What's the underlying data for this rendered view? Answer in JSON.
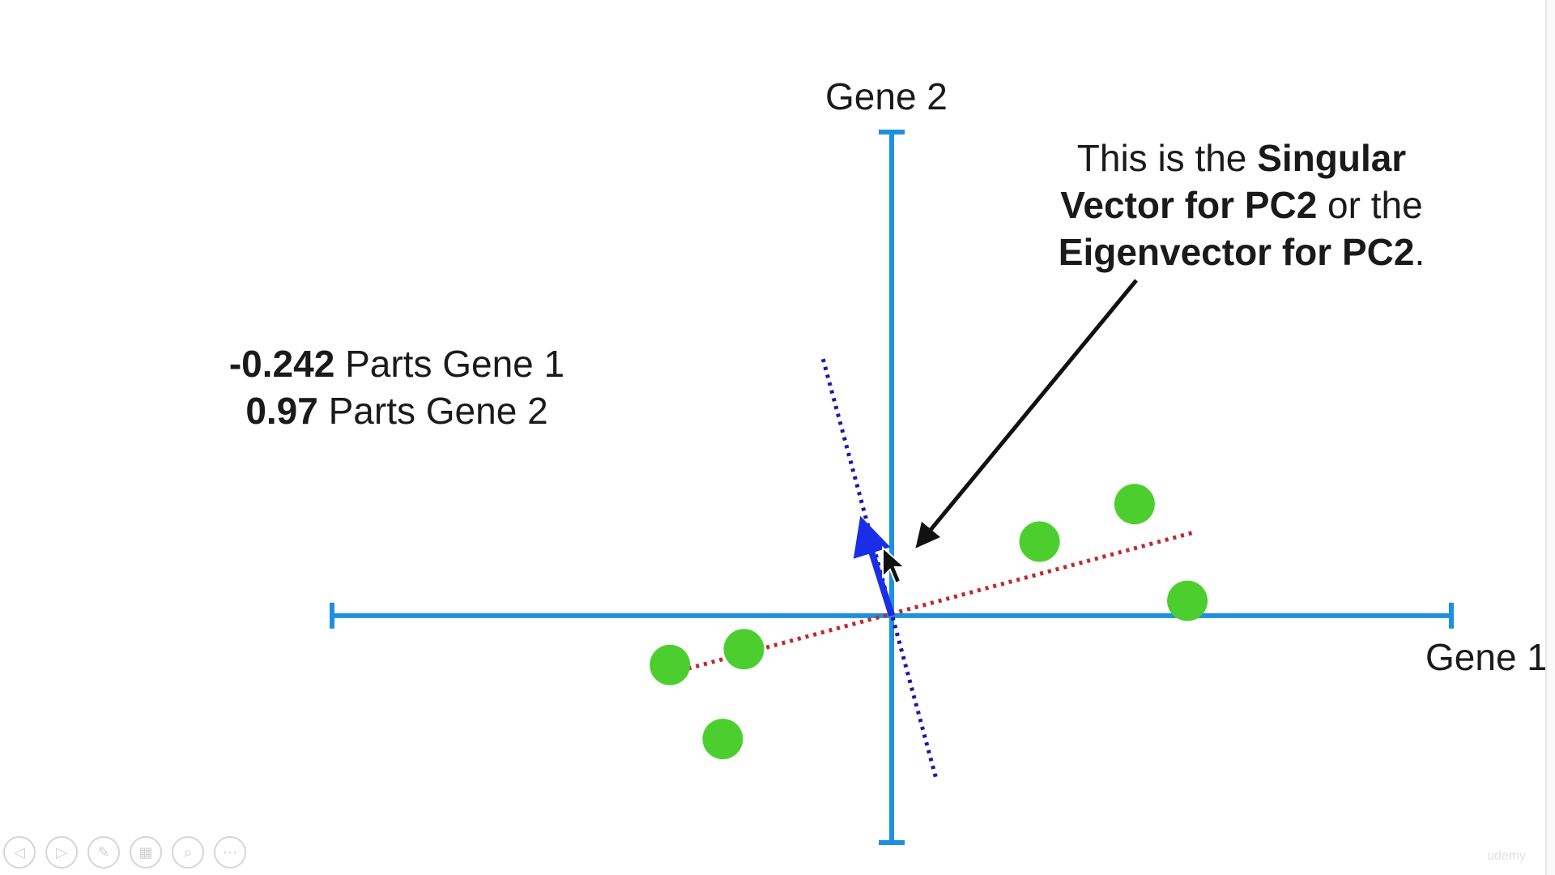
{
  "axes": {
    "x_label": "Gene 1",
    "y_label": "Gene 2"
  },
  "loadings": {
    "gene1_value": "-0.242",
    "gene1_text": " Parts Gene 1",
    "gene2_value": "0.97",
    "gene2_text": " Parts Gene 2"
  },
  "callout": {
    "t1": "This is the ",
    "b1": "Singular",
    "b2": "Vector for PC2",
    "t2": " or the",
    "b3": "Eigenvector for PC2",
    "t3": "."
  },
  "colors": {
    "axis": "#1e90e0",
    "points": "#4ccf2e",
    "pc1_line": "#c0282e",
    "pc2_line": "#1a1aa8",
    "vector": "#1a2ee8",
    "pointer_arrow": "#111111"
  },
  "chart_data": {
    "type": "scatter",
    "xlim": [
      -5.3,
      5.3
    ],
    "ylim": [
      -2.3,
      4.9
    ],
    "points": [
      {
        "x": -2.1,
        "y": -0.5
      },
      {
        "x": -1.4,
        "y": -0.34
      },
      {
        "x": -1.6,
        "y": -1.25
      },
      {
        "x": 1.4,
        "y": 0.75
      },
      {
        "x": 2.3,
        "y": 1.13
      },
      {
        "x": 2.8,
        "y": 0.15
      }
    ],
    "pc1_line": {
      "x": [
        -2.15,
        2.85
      ],
      "y": [
        -0.6,
        0.84
      ]
    },
    "pc2_line": {
      "x": [
        -0.65,
        0.42
      ],
      "y": [
        2.6,
        -1.65
      ]
    },
    "pc2_vector": {
      "x": [
        0,
        -0.242
      ],
      "y": [
        0,
        0.97
      ]
    }
  },
  "toolbar": {
    "icons": [
      "previous-icon",
      "next-icon",
      "pen-icon",
      "slides-icon",
      "zoom-icon",
      "more-icon"
    ],
    "glyphs": [
      "◁",
      "▷",
      "✎",
      "▦",
      "⌕",
      "⋯"
    ]
  },
  "watermark": "udemy"
}
